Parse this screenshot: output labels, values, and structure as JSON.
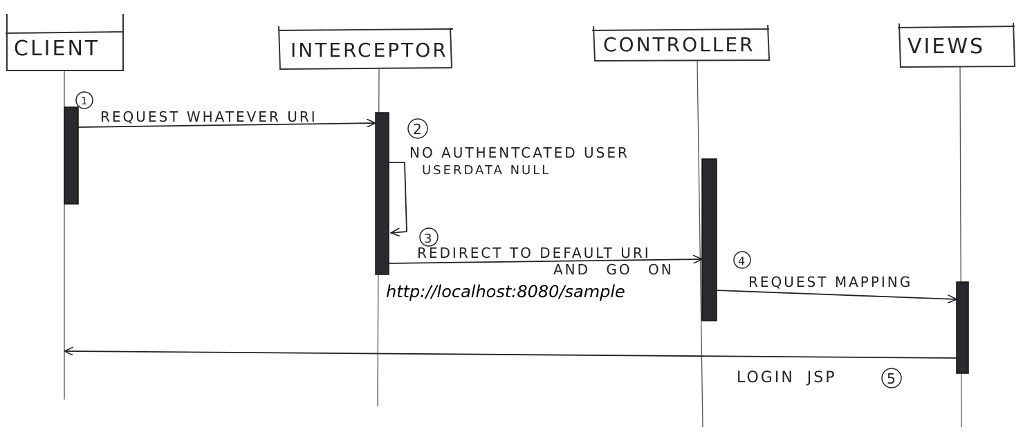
{
  "participants": [
    {
      "name": "CLIENT"
    },
    {
      "name": "INTERCEPTOR"
    },
    {
      "name": "CONTROLLER"
    },
    {
      "name": "VIEWS"
    }
  ],
  "messages": [
    {
      "step": "1",
      "label": "REQUEST WHATEVER URI"
    },
    {
      "step": "2",
      "label": "NO AUTHENTCATED USER",
      "label2": "USERDATA NULL"
    },
    {
      "step": "3",
      "label": "REDIRECT TO DEFAULT URI",
      "label2": "AND GO ON"
    },
    {
      "step": "4",
      "label": "REQUEST MAPPING"
    },
    {
      "step": "5",
      "label": "LOGIN JSP"
    }
  ],
  "annotation": "http://localhost:8080/sample"
}
